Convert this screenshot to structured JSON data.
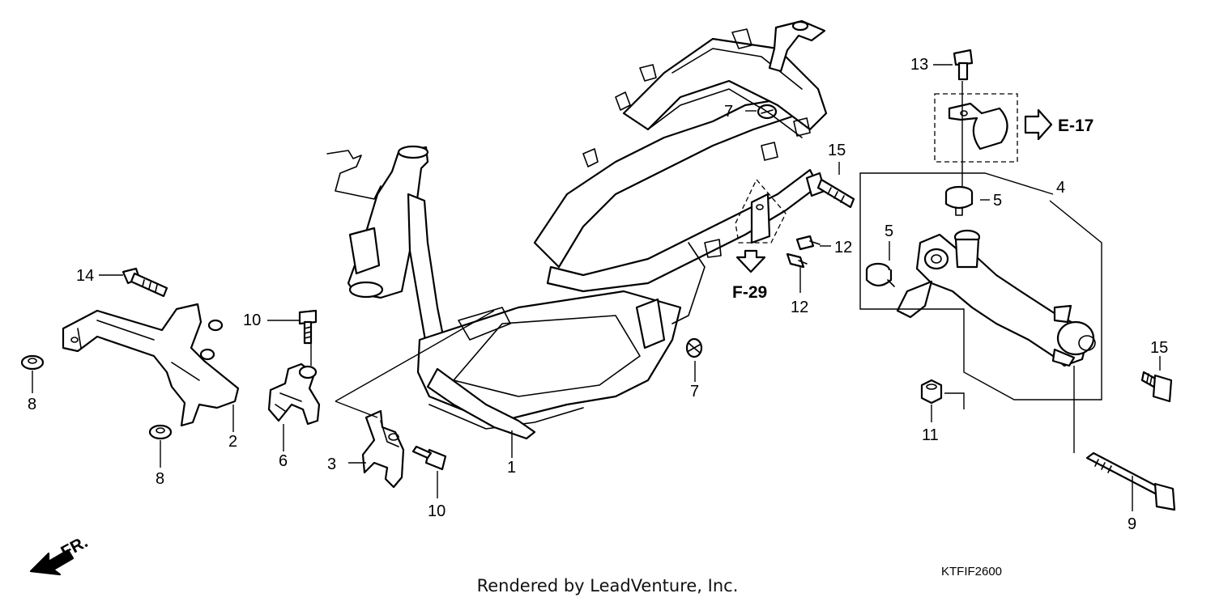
{
  "diagram": {
    "callouts": {
      "c1": "1",
      "c2": "2",
      "c3": "3",
      "c4": "4",
      "c5a": "5",
      "c5b": "5",
      "c6": "6",
      "c7a": "7",
      "c7b": "7",
      "c8a": "8",
      "c8b": "8",
      "c9": "9",
      "c10a": "10",
      "c10b": "10",
      "c11": "11",
      "c12a": "12",
      "c12b": "12",
      "c13": "13",
      "c14": "14",
      "c15a": "15",
      "c15b": "15"
    },
    "refs": {
      "e17": "E-17",
      "f29": "F-29"
    },
    "front_label": "FR.",
    "diagram_code": "KTFIF2600"
  },
  "footer": {
    "text": "Rendered by LeadVenture, Inc."
  }
}
